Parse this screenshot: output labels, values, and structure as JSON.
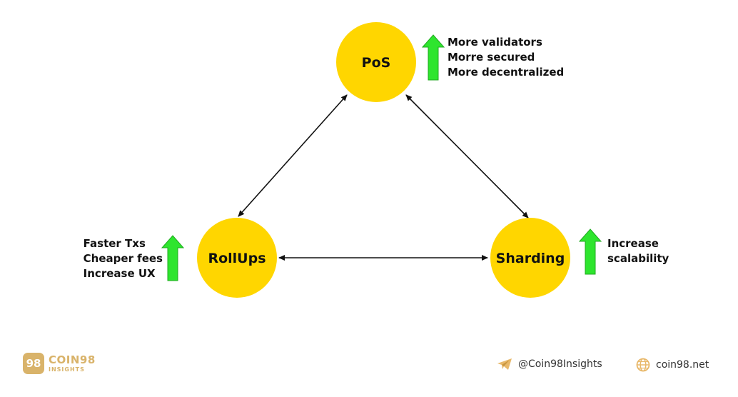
{
  "nodes": {
    "pos": {
      "label": "PoS",
      "notes": [
        "More validators",
        "Morre secured",
        "More decentralized"
      ]
    },
    "rollups": {
      "label": "RollUps",
      "notes": [
        "Faster Txs",
        "Cheaper fees",
        "Increase UX"
      ]
    },
    "sharding": {
      "label": "Sharding",
      "notes": [
        "Increase",
        "scalability"
      ]
    }
  },
  "footer": {
    "brand": {
      "name": "COIN98",
      "sub": "INSIGHTS",
      "mark": "98"
    },
    "telegram": "@Coin98Insights",
    "website": "coin98.net"
  },
  "colors": {
    "node_fill": "#ffd600",
    "arrow_up": "#2ee52e",
    "brand_gold": "#d9b36a",
    "edge": "#111111"
  },
  "icons": [
    "arrow-up-icon",
    "telegram-icon",
    "globe-icon",
    "coin98-logo-icon"
  ]
}
